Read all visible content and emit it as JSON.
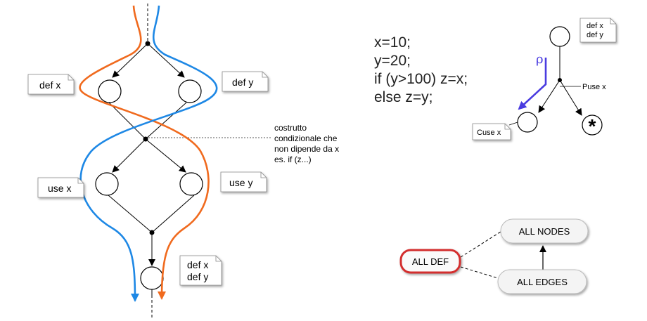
{
  "left_diagram": {
    "def_x": "def x",
    "def_y": "def y",
    "use_x": "use x",
    "use_y": "use y",
    "final_def_x": "def x",
    "final_def_y": "def y"
  },
  "annotation": {
    "lines": [
      "costrutto",
      "condizionale che",
      "non dipende da x",
      "es. if (z...)"
    ]
  },
  "code": {
    "lines": [
      "x=10;",
      "y=20;",
      "if (y>100) z=x;",
      "else z=y;"
    ]
  },
  "right_diagram": {
    "top_note_line1": "def x",
    "top_note_line2": "def y",
    "rho": "ρ",
    "puse": "Puse x",
    "cuse": "Cuse x",
    "star": "*"
  },
  "hierarchy": {
    "all_def": "ALL DEF",
    "all_nodes": "ALL NODES",
    "all_edges": "ALL EDGES"
  },
  "colors": {
    "orange": "#F06A1E",
    "blue": "#1E88E5",
    "purple": "#4A3CE0",
    "red_border": "#D32F2F"
  }
}
